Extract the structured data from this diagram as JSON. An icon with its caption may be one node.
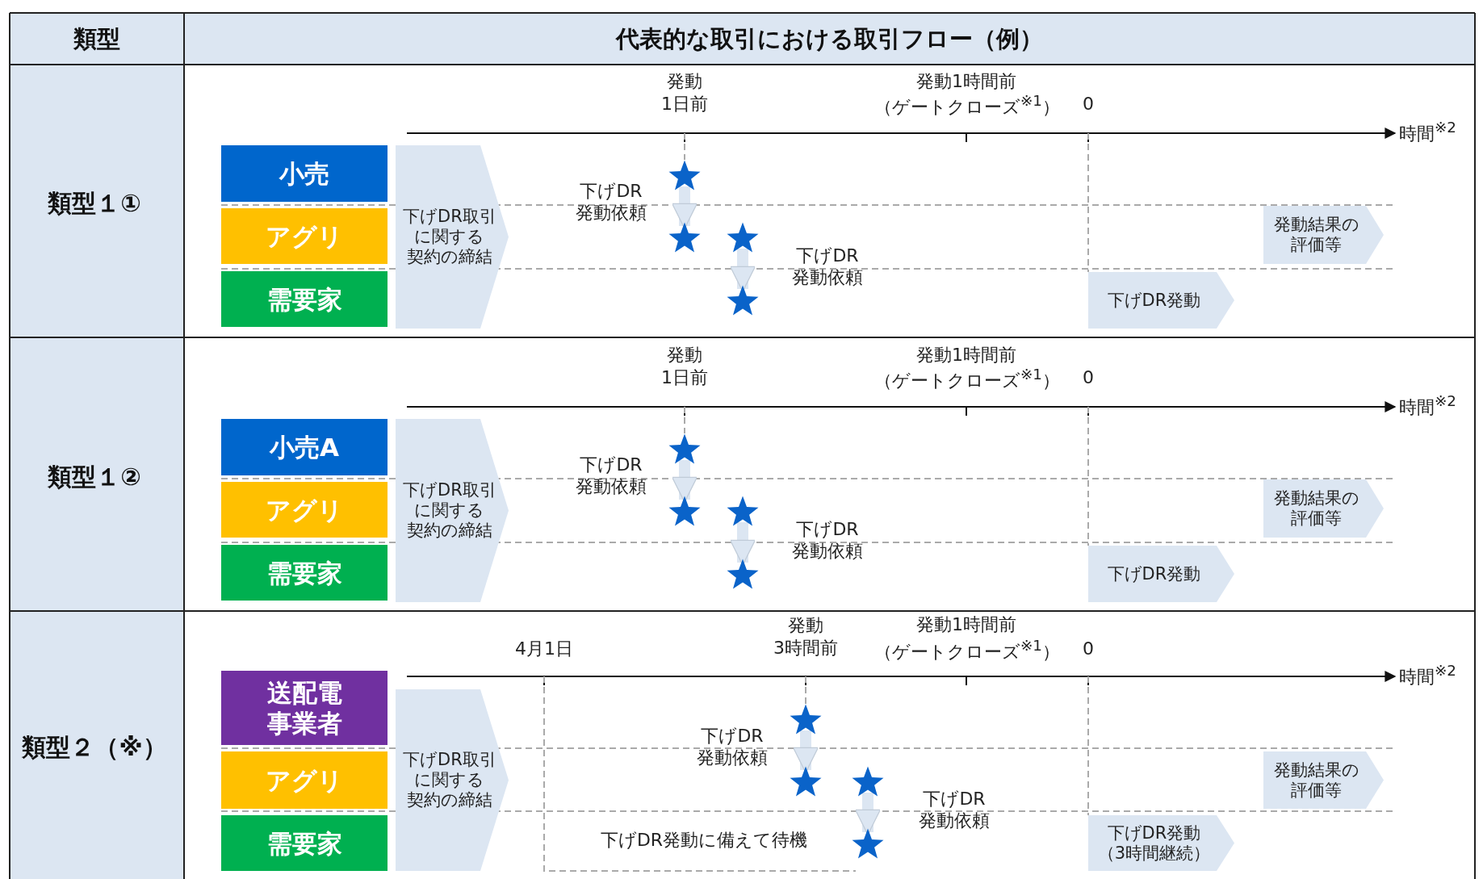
{
  "diagram": {
    "nodes": [
      {
        "text": [
          "小売"
        ]
      },
      {
        "text": [
          "アグリ"
        ]
      },
      {
        "text": [
          "需要家"
        ]
      },
      {
        "text": [
          "下げDR取引に関する契約の締結"
        ]
      },
      {
        "text": [],
        "shape": "star"
      },
      {
        "text": [],
        "shape": "star"
      },
      {
        "text": [],
        "shape": "star"
      },
      {
        "text": [],
        "shape": "star"
      },
      {
        "text": [
          "発動結果の評価等"
        ]
      },
      {
        "text": [
          "下げDR発動"
        ]
      },
      {
        "text": [
          "小売A"
        ]
      },
      {
        "text": [
          "アグリ"
        ]
      },
      {
        "text": [
          "需要家"
        ]
      },
      {
        "text": [
          "下げDR取引に関する契約の締結"
        ]
      },
      {
        "text": [],
        "shape": "star"
      },
      {
        "text": [],
        "shape": "star"
      },
      {
        "text": [],
        "shape": "star"
      },
      {
        "text": [],
        "shape": "star"
      },
      {
        "text": [
          "発動結果の評価等"
        ]
      },
      {
        "text": [
          "下げDR発動"
        ]
      },
      {
        "text": [
          "送配電事業者"
        ]
      },
      {
        "text": [
          "アグリ"
        ]
      },
      {
        "text": [
          "需要家"
        ]
      },
      {
        "text": [
          "下げDR取引に関する契約の締結"
        ]
      },
      {
        "text": [],
        "shape": "star"
      },
      {
        "text": [],
        "shape": "star"
      },
      {
        "text": [],
        "shape": "star"
      },
      {
        "text": [],
        "shape": "star"
      },
      {
        "text": [
          "発動結果の評価等"
        ]
      },
      {
        "text": [
          "下げDR発動（3時間継続）"
        ]
      }
    ],
    "edges": [
      {
        "from": 4,
        "to": 5,
        "arrow": "to",
        "label": "下げDR発動依頼"
      },
      {
        "from": 6,
        "to": 7,
        "arrow": "to",
        "label": "下げDR発動依頼"
      },
      {
        "from": 14,
        "to": 15,
        "arrow": "to",
        "label": "下げDR発動依頼"
      },
      {
        "from": 16,
        "to": 17,
        "arrow": "to",
        "label": "下げDR発動依頼"
      },
      {
        "from": 24,
        "to": 25,
        "arrow": "to",
        "label": "下げDR発動依頼"
      },
      {
        "from": 26,
        "to": 27,
        "arrow": "to",
        "label": "下げDR発動依頼"
      }
    ],
    "labels": [
      "類型",
      "代表的な取引における取引フロー（例）",
      "類型１①",
      "発動1日前",
      "発動1時間前",
      "（ゲートクローズ$^{※1}$）",
      "0",
      "時間$^{※2}$",
      "類型１②",
      "発動1日前",
      "発動1時間前",
      "（ゲートクローズ$^{※1}$）",
      "0",
      "時間$^{※2}$",
      "類型２（※）",
      "4月1日",
      "発動3時間前",
      "発動1時間前",
      "（ゲートクローズ$^{※1}$）",
      "0",
      "時間$^{※2}$",
      "下げDR発動に備えて待機"
    ]
  }
}
